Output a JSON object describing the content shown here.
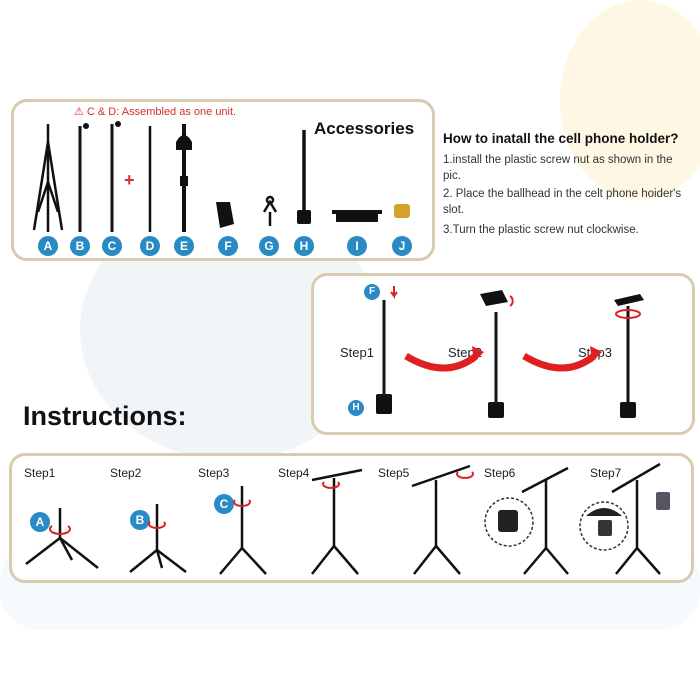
{
  "accessories": {
    "warning": "⚠ C & D: Assembled as one unit.",
    "title": "Accessories",
    "plus": "+",
    "labels": [
      "A",
      "B",
      "C",
      "D",
      "E",
      "F",
      "G",
      "H",
      "I",
      "J"
    ]
  },
  "how_to": {
    "title": "How to inatall the cell phone holder?",
    "step1": "1.install the plastic screw nut as shown in the pic.",
    "step2": "2. Place the ballhead in the celt phone hoider's slot.",
    "step3": "3.Turn the plastic screw nut clockwise."
  },
  "phone_panel": {
    "steps": [
      "Step1",
      "Step2",
      "Step3"
    ],
    "badge_f": "F",
    "badge_h": "H"
  },
  "instructions": {
    "title": "Instructions:",
    "steps": [
      "Step1",
      "Step2",
      "Step3",
      "Step4",
      "Step5",
      "Step6",
      "Step7"
    ],
    "badges": [
      "A",
      "B",
      "C"
    ]
  },
  "colors": {
    "accent_blue": "#2a8bc4",
    "warning_red": "#d32f2f",
    "panel_border": "#d8ccb0",
    "arrow_red": "#e02020"
  }
}
